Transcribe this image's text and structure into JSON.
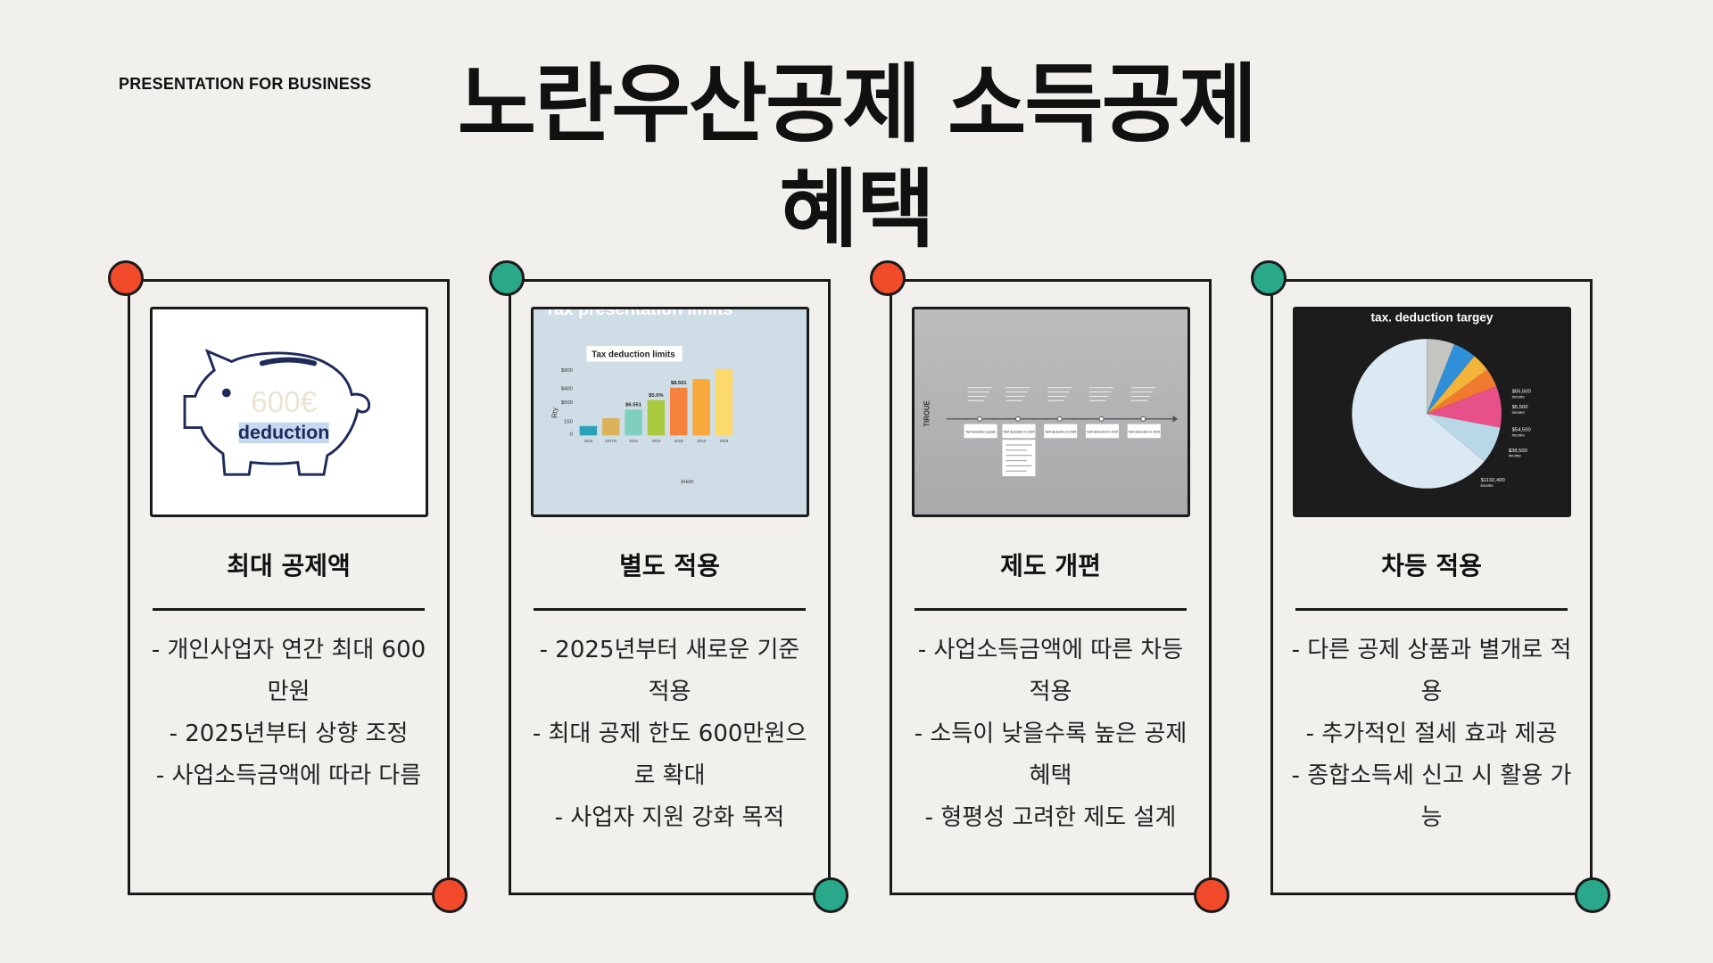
{
  "header": {
    "eyebrow": "PRESENTATION FOR BUSINESS",
    "title": "노란우산공제 소득공제 혜택"
  },
  "cards": [
    {
      "title": "최대 공제액",
      "image": {
        "kind": "piggy-bank",
        "amount_text": "600€",
        "label_text": "deduction"
      },
      "bullets": [
        "- 개인사업자 연간 최대 600만원",
        "- 2025년부터 상향 조정",
        "- 사업소득금액에 따라 다름"
      ]
    },
    {
      "title": "별도 적용",
      "image": {
        "kind": "bar-chart",
        "header_text": "Tax presentation limits",
        "chart_title": "Tax deduction limits",
        "ylabel": "Rty",
        "xlabel": "inion",
        "yticks": [
          "$900",
          "$400",
          "$500",
          "150",
          "0"
        ],
        "categories": [
          "2016",
          "2017G",
          "2016",
          "2016",
          "2018",
          "2018",
          "2018"
        ],
        "values": [
          12,
          22,
          33,
          45,
          61,
          72,
          85
        ],
        "data_labels": [
          "",
          "",
          "$6.551",
          "$5.0%",
          "$8.501",
          "",
          ""
        ],
        "colors": [
          "#2aa2b8",
          "#d9b25a",
          "#7ecfc0",
          "#a9c93e",
          "#f4823c",
          "#f9a93a",
          "#fbd96a"
        ]
      },
      "bullets": [
        "- 2025년부터 새로운 기준 적용",
        "- 최대 공제 한도 600만원으로 확대",
        "- 사업자 지원 강화 목적"
      ]
    },
    {
      "title": "제도 개편",
      "image": {
        "kind": "timeline",
        "side_label": "TIROUE",
        "box_labels": [
          "Tarf deduction update",
          "Tarif deduction in 2025",
          "Tarif deduction in 2025",
          "Tarif deduction in 2025",
          "Tarif deduction in 2025"
        ]
      },
      "bullets": [
        "- 사업소득금액에 따른 차등 적용",
        "- 소득이 낮을수록 높은 공제 혜택",
        "- 형평성 고려한 제도 설계"
      ]
    },
    {
      "title": "차등 적용",
      "image": {
        "kind": "pie-chart",
        "header_text": "tax. deduction targey",
        "slices": [
          {
            "value": 64,
            "color": "#dbe9f2"
          },
          {
            "value": 6,
            "color": "#c4c4c0"
          },
          {
            "value": 5,
            "color": "#2f8fd8"
          },
          {
            "value": 4,
            "color": "#f2b53a"
          },
          {
            "value": 4,
            "color": "#f07b2e"
          },
          {
            "value": 9,
            "color": "#e8508a"
          },
          {
            "value": 8,
            "color": "#b8d8e8"
          }
        ],
        "labels": [
          "$55,500 income",
          "$5,500 income",
          "$54,500 income",
          "$38,500 income",
          "$1132,400 income"
        ]
      },
      "bullets": [
        "- 다른 공제 상품과 별개로 적용",
        "- 추가적인 절세 효과 제공",
        "- 종합소득세 신고 시 활용 가능"
      ]
    }
  ]
}
